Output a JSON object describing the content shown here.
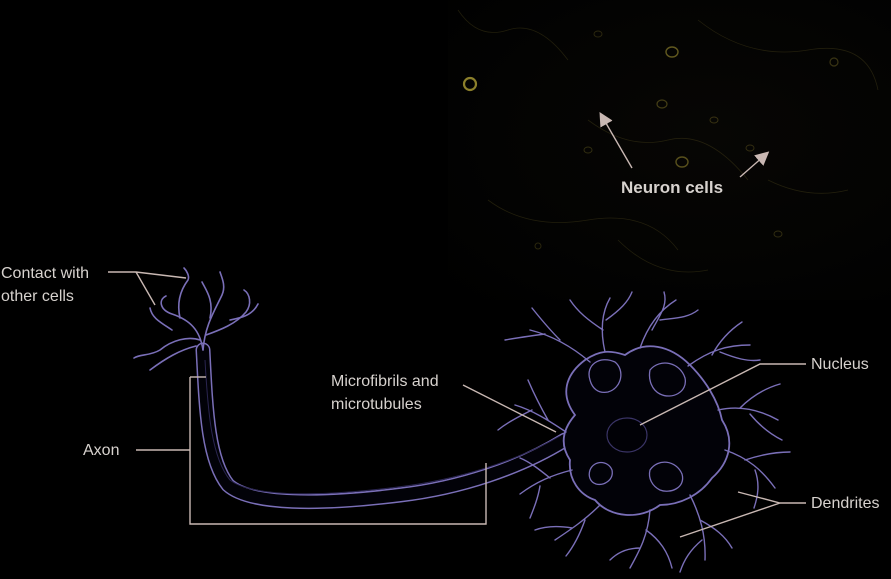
{
  "labels": {
    "neuron_cells": "Neuron cells",
    "contact": "Contact with\nother cells",
    "axon": "Axon",
    "microfibrils": "Microfibrils and\nmicrotubules",
    "nucleus": "Nucleus",
    "dendrites": "Dendrites"
  },
  "colors": {
    "background": "#000000",
    "label_text": "#d7d2ce",
    "leader_line": "#c9b8b3",
    "neuron_outline": "#7a6fb8",
    "neuron_fill": "#020208",
    "cell_glow": "#b9a93a"
  }
}
